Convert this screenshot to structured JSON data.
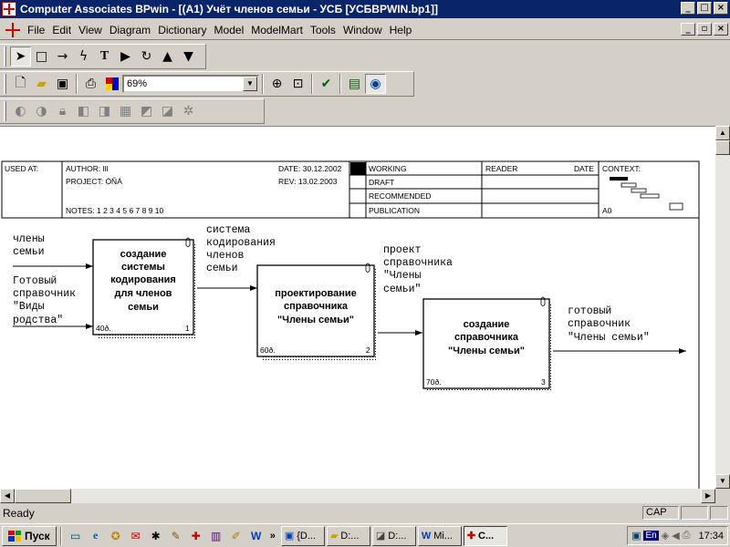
{
  "window": {
    "title": "Computer Associates BPwin - [(A1) Учёт членов семьи - УСБ  [УСБBPWIN.bp1]]"
  },
  "menu": [
    "File",
    "Edit",
    "View",
    "Diagram",
    "Dictionary",
    "Model",
    "ModelMart",
    "Tools",
    "Window",
    "Help"
  ],
  "toolbar": {
    "zoom_value": "69%"
  },
  "header_frame": {
    "used_at": "USED AT:",
    "author": "AUTHOR:  lll",
    "project": "PROJECT:  ÓÑÁ",
    "date": "DATE: 30.12.2002",
    "rev": "REV:  13.02.2003",
    "notes": "NOTES:  1  2  3  4  5  6  7  8  9  10",
    "working": "WORKING",
    "draft": "DRAFT",
    "recommended": "RECOMMENDED",
    "publication": "PUBLICATION",
    "reader": "READER",
    "date_col": "DATE",
    "context": "CONTEXT:",
    "node": "A0"
  },
  "diagram": {
    "inputs": [
      {
        "lines": [
          "члены",
          "семьи"
        ]
      },
      {
        "lines": [
          "Готовый",
          "справочник",
          "\"Виды",
          "родства\""
        ]
      }
    ],
    "boxes": [
      {
        "lines": [
          "создание",
          "системы",
          "кодирования",
          "для членов",
          "семьи"
        ],
        "cost": "40ð.",
        "number": "1"
      },
      {
        "lines": [
          "проектирование",
          "справочника",
          "\"Члены семьи\""
        ],
        "cost": "60ð.",
        "number": "2"
      },
      {
        "lines": [
          "создание",
          "справочника",
          "\"Члены семьи\""
        ],
        "cost": "70ð.",
        "number": "3"
      }
    ],
    "arrow_labels": [
      {
        "lines": [
          "система",
          "кодирования",
          "членов",
          "семьи"
        ]
      },
      {
        "lines": [
          "проект",
          "справочника",
          "\"Члены",
          "семьи\""
        ]
      },
      {
        "lines": [
          "готовый",
          "справочник",
          "\"Члены семьи\""
        ]
      }
    ]
  },
  "status": {
    "text": "Ready",
    "cap": "CAP"
  },
  "taskbar": {
    "start": "Пуск",
    "tasks": [
      "{D...",
      "D:...",
      "D:...",
      "Mi...",
      "C..."
    ],
    "lang": "En",
    "clock": "17:34"
  }
}
